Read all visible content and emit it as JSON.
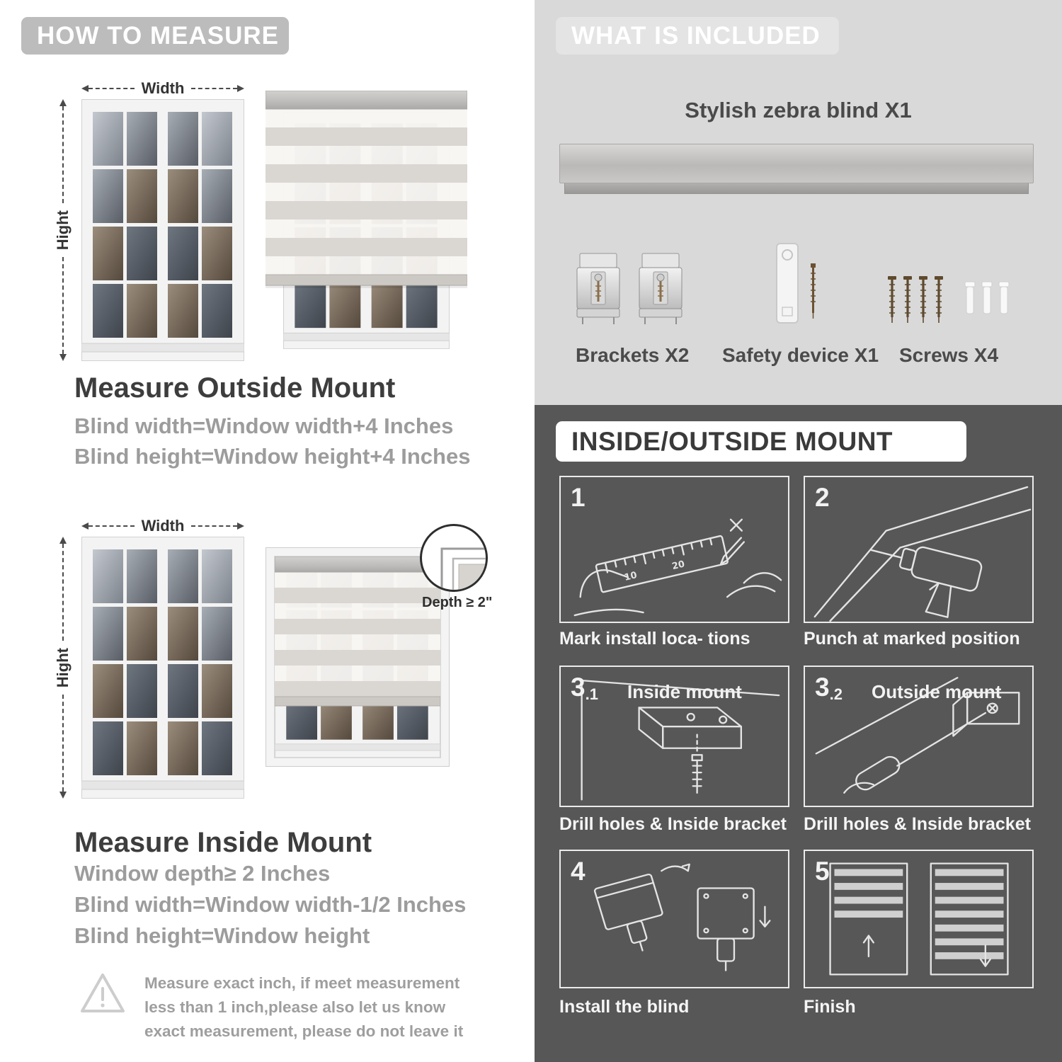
{
  "how_to_measure": {
    "header": "HOW TO MEASURE",
    "outside": {
      "width_label": "Width",
      "height_label": "Hight",
      "title": "Measure Outside Mount",
      "rule1": "Blind width=Window width+4 Inches",
      "rule2": "Blind height=Window height+4 Inches"
    },
    "inside": {
      "width_label": "Width",
      "height_label": "Hight",
      "depth_callout": "Depth ≥ 2\"",
      "title": "Measure Inside Mount",
      "rule1": "Window depth≥ 2 Inches",
      "rule2": "Blind width=Window width-1/2 Inches",
      "rule3": "Blind height=Window height"
    },
    "note": {
      "icon": "warning-triangle-icon",
      "text": "Measure exact inch, if meet measurement less than 1 inch,please also let us know exact measurement, please do not leave it"
    }
  },
  "what_is_included": {
    "header": "WHAT IS INCLUDED",
    "blind_label": "Stylish zebra blind X1",
    "items": [
      {
        "icon": "bracket-icon",
        "label": "Brackets X2"
      },
      {
        "icon": "safety-device-icon",
        "label": "Safety device X1"
      },
      {
        "icon": "screw-icon",
        "label": "Screws X4"
      }
    ]
  },
  "mount_guide": {
    "header": "INSIDE/OUTSIDE MOUNT",
    "steps": [
      {
        "num": "1",
        "sub": "",
        "inline_label": "",
        "caption": "Mark install loca- tions"
      },
      {
        "num": "2",
        "sub": "",
        "inline_label": "",
        "caption": "Punch at  marked position"
      },
      {
        "num": "3",
        "sub": ".1",
        "inline_label": "Inside mount",
        "caption": "Drill holes &  Inside bracket"
      },
      {
        "num": "3",
        "sub": ".2",
        "inline_label": "Outside mount",
        "caption": "Drill holes &  Inside bracket"
      },
      {
        "num": "4",
        "sub": "",
        "inline_label": "",
        "caption": "Install the blind"
      },
      {
        "num": "5",
        "sub": "",
        "inline_label": "",
        "caption": "Finish"
      }
    ]
  },
  "colors": {
    "banner_gray": "#bcbcbc",
    "panel_light": "#d9d9d9",
    "panel_dark": "#575757",
    "text_dark": "#3d3d3d",
    "text_gray": "#9c9c9c"
  }
}
